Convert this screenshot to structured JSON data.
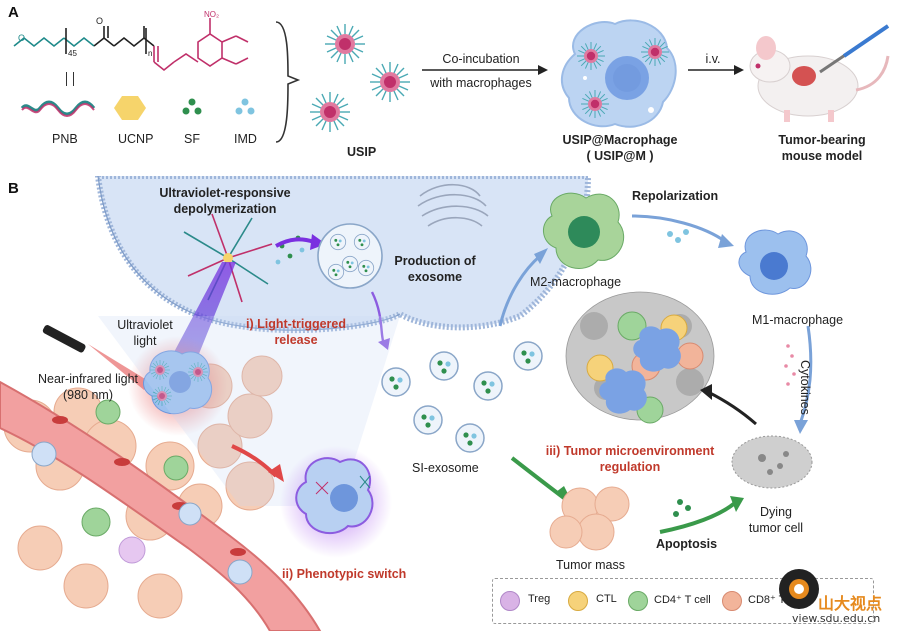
{
  "panelA": {
    "letter": "A",
    "polymer_subscript_45": "45",
    "polymer_subscript_n": "n",
    "nitro_label": "NO₂",
    "components": [
      {
        "label": "PNB",
        "color": "#2b8a8a"
      },
      {
        "label": "UCNP",
        "color": "#f6d46b"
      },
      {
        "label": "SF",
        "color": "#2f8f4e"
      },
      {
        "label": "IMD",
        "color": "#7fc4e0"
      }
    ],
    "usip_label": "USIP",
    "arrow1_line1": "Co-incubation",
    "arrow1_line2": "with macrophages",
    "usip_m_line1": "USIP@Macrophage",
    "usip_m_line2": "( USIP@M )",
    "arrow2_label": "i.v.",
    "mouse_line1": "Tumor-bearing",
    "mouse_line2": "mouse model"
  },
  "panelB": {
    "letter": "B",
    "uv_depoly_line1": "Ultraviolet-responsive",
    "uv_depoly_line2": "depolymerization",
    "exosome_prod_line1": "Production of",
    "exosome_prod_line2": "exosome",
    "light_release_line1": "i) Light-triggered",
    "light_release_line2": "release",
    "uv_light_line1": "Ultraviolet",
    "uv_light_line2": "light",
    "nir_line1": "Near-infrared light",
    "nir_line2": "(980 nm)",
    "phenotypic": "ii) Phenotypic switch",
    "si_exosome": "SI-exosome",
    "m2": "M2-macrophage",
    "repolarization": "Repolarization",
    "m1": "M1-macrophage",
    "cytokines": "Cytokines",
    "tme_line1": "iii) Tumor microenvironment",
    "tme_line2": "regulation",
    "tumor_mass": "Tumor mass",
    "apoptosis": "Apoptosis",
    "dying_line1": "Dying",
    "dying_line2": "tumor cell"
  },
  "legend": [
    {
      "label": "Treg",
      "color": "#d9b3e6"
    },
    {
      "label": "CTL",
      "color": "#f6d27a"
    },
    {
      "label": "CD4⁺ T cell",
      "color": "#9fd49a"
    },
    {
      "label": "CD8⁺ T",
      "color": "#f2b49a"
    }
  ],
  "watermark": {
    "brand": "山大视点",
    "url": "view.sdu.edu.cn"
  }
}
